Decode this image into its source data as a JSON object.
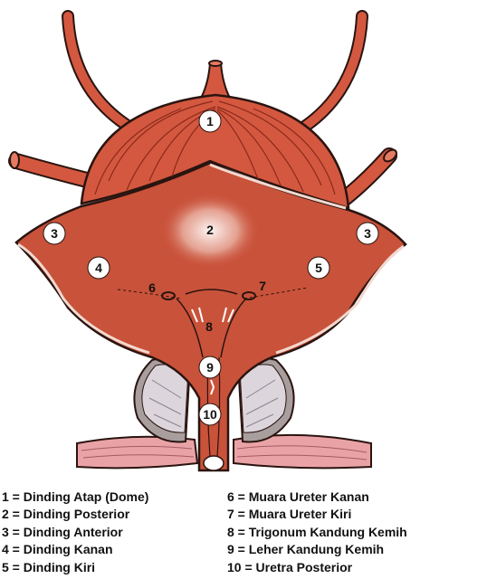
{
  "diagram": {
    "labels": [
      "1",
      "2",
      "3",
      "3",
      "4",
      "5",
      "6",
      "7",
      "8",
      "9",
      "10"
    ]
  },
  "legend": {
    "left": [
      "1 = Dinding Atap (Dome)",
      "2 = Dinding Posterior",
      "3 = Dinding Anterior",
      "4 = Dinding Kanan",
      "5 = Dinding Kiri"
    ],
    "right": [
      "6 = Muara Ureter Kanan",
      "7 = Muara Ureter Kiri",
      "8 = Trigonum Kandung Kemih",
      "9 = Leher Kandung Kemih",
      "10 = Uretra Posterior"
    ]
  },
  "colors": {
    "muscle": "#d4583f",
    "muscle_dark": "#8a2a1c",
    "mucosa": "#c9523a",
    "lining": "#f2d9cf",
    "prostate": "#b0a8a8",
    "pelvic_floor": "#e9a3a6",
    "outline": "#2a1410"
  }
}
